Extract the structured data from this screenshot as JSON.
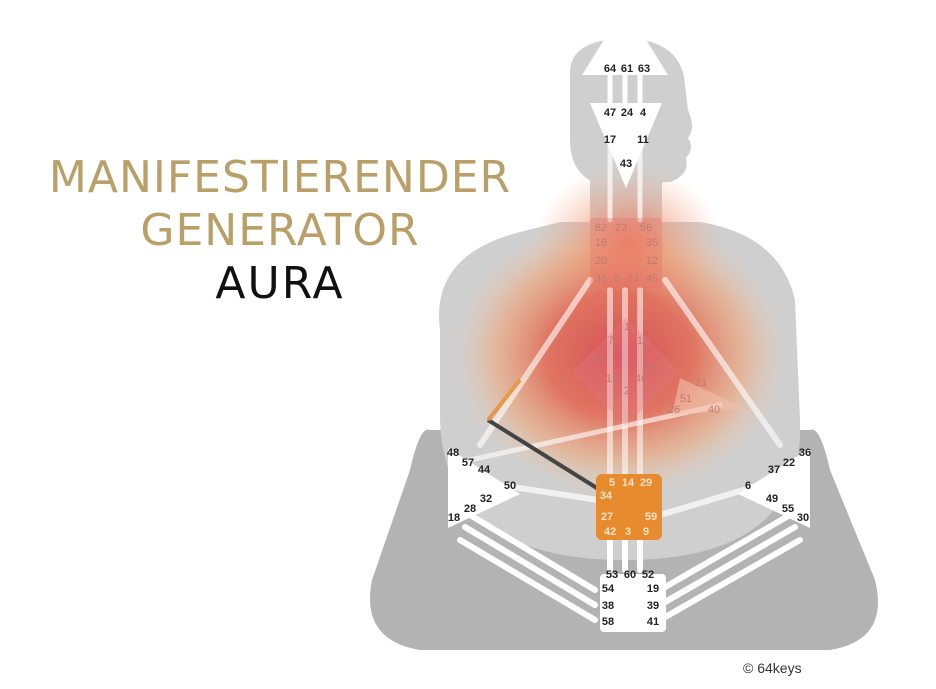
{
  "title": {
    "line1": "MANIFESTIERENDER",
    "line2": "GENERATOR",
    "line3": "AURA"
  },
  "credit": "© 64keys",
  "colors": {
    "title_gold": "#b8a068",
    "title_dark": "#111111",
    "body_gray": "#cfcfcf",
    "body_dark_gray": "#b3b3b3",
    "aura_core": "#d8484f",
    "aura_edge": "#f2a070",
    "sacral_orange": "#e88a2e",
    "channel_white": "#ffffff"
  },
  "centers": {
    "head": {
      "gates": [
        "64",
        "61",
        "63"
      ]
    },
    "ajna": {
      "gates": [
        "47",
        "24",
        "4",
        "17",
        "11",
        "43"
      ]
    },
    "throat": {
      "gates": [
        "62",
        "23",
        "56",
        "16",
        "35",
        "20",
        "31",
        "8",
        "33",
        "12",
        "45"
      ]
    },
    "g_center": {
      "gates": [
        "1",
        "7",
        "13",
        "10",
        "25",
        "15",
        "46",
        "2"
      ]
    },
    "heart": {
      "gates": [
        "21",
        "51",
        "26",
        "40"
      ]
    },
    "spleen": {
      "gates": [
        "48",
        "57",
        "44",
        "50",
        "32",
        "28",
        "18"
      ]
    },
    "solar_plexus": {
      "gates": [
        "36",
        "22",
        "37",
        "6",
        "49",
        "55",
        "30"
      ]
    },
    "sacral": {
      "gates": [
        "5",
        "14",
        "29",
        "34",
        "27",
        "59",
        "42",
        "3",
        "9"
      ]
    },
    "root": {
      "gates": [
        "53",
        "60",
        "52",
        "54",
        "19",
        "38",
        "39",
        "58",
        "41"
      ]
    }
  }
}
